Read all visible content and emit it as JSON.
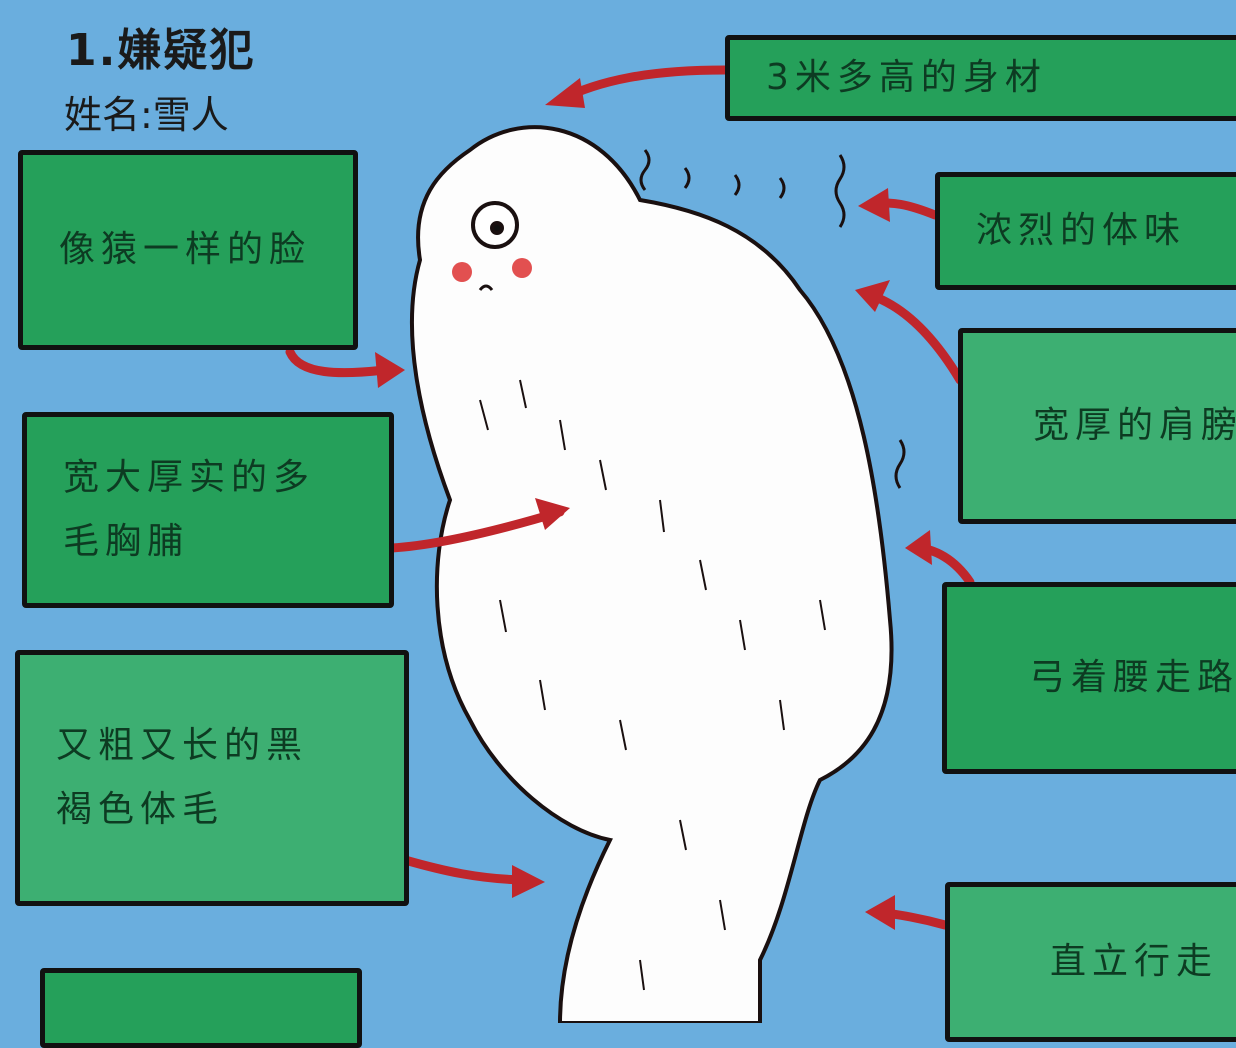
{
  "header": {
    "title": "1.嫌疑犯",
    "name_line": "姓名:雪人"
  },
  "labels": {
    "height": "3米多高的身材",
    "face": "像猿一样的脸",
    "smell": "浓烈的体味",
    "shoulders": "宽厚的肩膀",
    "chest": "宽大厚实的多\n毛胸脯",
    "posture": "弓着腰走路",
    "fur": "又粗又长的黑\n褐色体毛",
    "walking": "直立行走"
  },
  "colors": {
    "background": "#6aaede",
    "box": "#25a05a",
    "box_light": "#3daf72",
    "arrow": "#c0262b"
  }
}
